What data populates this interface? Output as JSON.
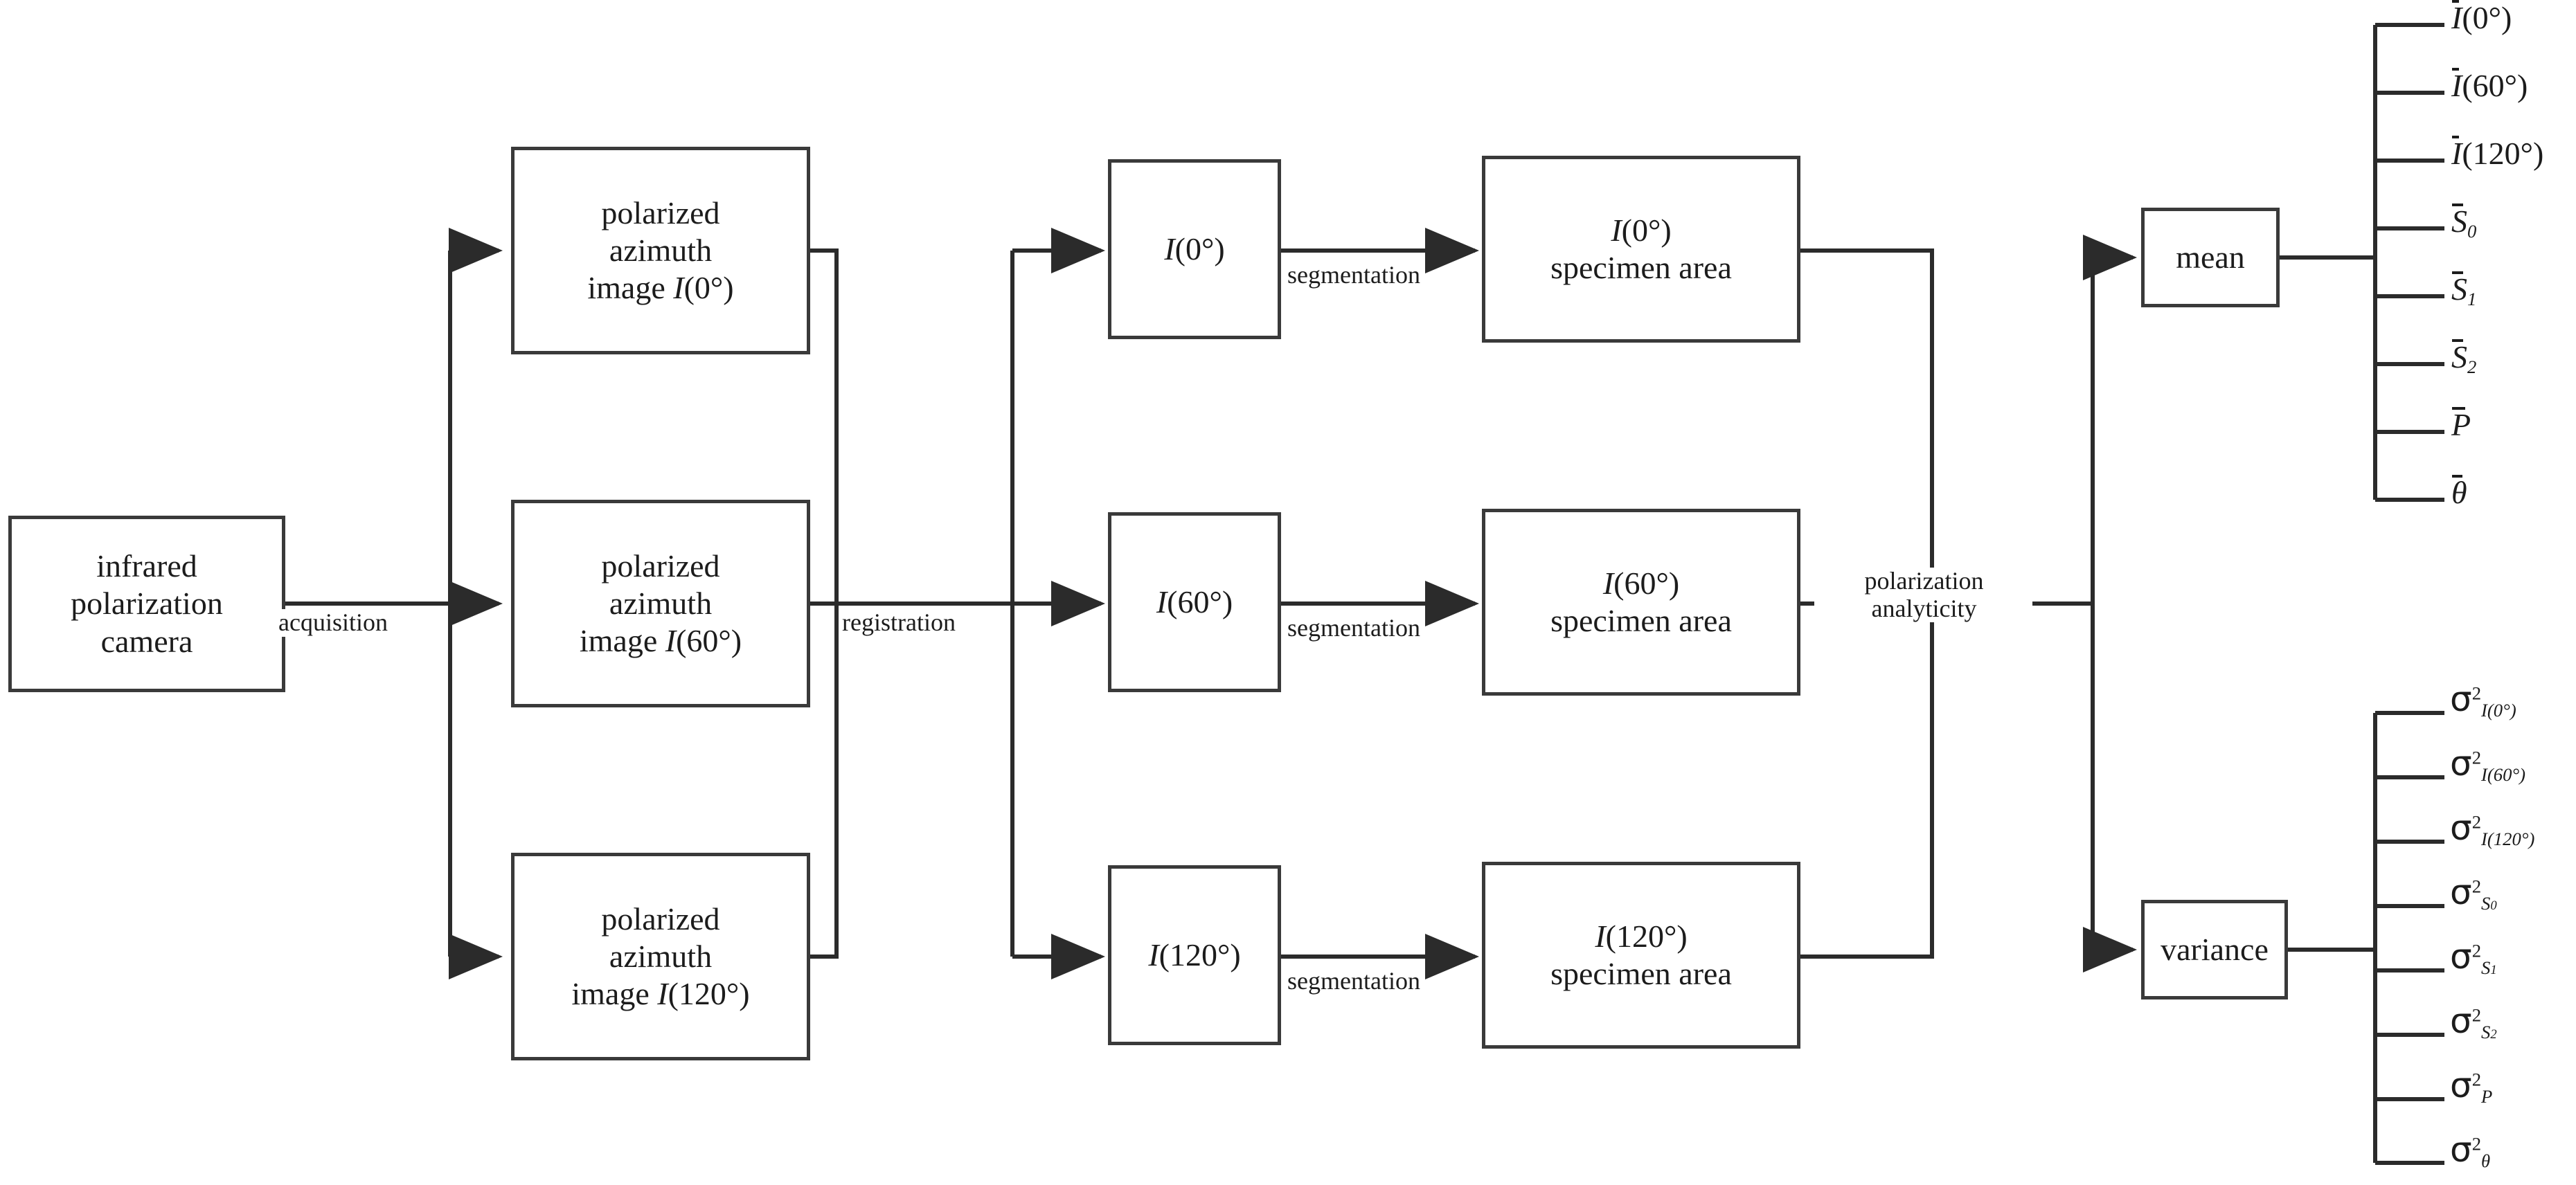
{
  "diagram": {
    "title": "infrared polarization imaging processing flow",
    "stroke_color": "#3a3a3a",
    "text_color": "#1c1c1c",
    "background": "#ffffff"
  },
  "nodes": {
    "camera": {
      "label": "infrared\npolarization\ncamera"
    },
    "azimuth_0": {
      "line1": "polarized",
      "line2": "azimuth",
      "line3": "image I(0°)"
    },
    "azimuth_60": {
      "line1": "polarized",
      "line2": "azimuth",
      "line3": "image I(60°)"
    },
    "azimuth_120": {
      "line1": "polarized",
      "line2": "azimuth",
      "line3": "image I(120°)"
    },
    "img_0": {
      "label": "I(0°)"
    },
    "img_60": {
      "label": "I(60°)"
    },
    "img_120": {
      "label": "I(120°)"
    },
    "spec_0": {
      "line1": "I(0°)",
      "line2": "specimen area"
    },
    "spec_60": {
      "line1": "I(60°)",
      "line2": "specimen area"
    },
    "spec_120": {
      "line1": "I(120°)",
      "line2": "specimen area"
    },
    "mean": {
      "label": "mean"
    },
    "variance": {
      "label": "variance"
    }
  },
  "edge_labels": {
    "acquisition": "acquisition",
    "registration": "registration",
    "segmentation_0": "segmentation",
    "segmentation_60": "segmentation",
    "segmentation_120": "segmentation",
    "polarization_analyticity": {
      "line1": "polarization",
      "line2": "analyticity"
    }
  },
  "mean_outputs": [
    {
      "base": "I",
      "paren": "(0°)",
      "bar": true,
      "sub": "",
      "sup": ""
    },
    {
      "base": "I",
      "paren": "(60°)",
      "bar": true,
      "sub": "",
      "sup": ""
    },
    {
      "base": "I",
      "paren": "(120°)",
      "bar": true,
      "sub": "",
      "sup": ""
    },
    {
      "base": "S",
      "paren": "",
      "bar": true,
      "sub": "0",
      "sup": ""
    },
    {
      "base": "S",
      "paren": "",
      "bar": true,
      "sub": "1",
      "sup": ""
    },
    {
      "base": "S",
      "paren": "",
      "bar": true,
      "sub": "2",
      "sup": ""
    },
    {
      "base": "P",
      "paren": "",
      "bar": true,
      "sub": "",
      "sup": ""
    },
    {
      "base": "θ",
      "paren": "",
      "bar": true,
      "sub": "",
      "sup": ""
    }
  ],
  "variance_outputs": [
    {
      "base": "σ",
      "sup": "2",
      "sub": "I(0°)"
    },
    {
      "base": "σ",
      "sup": "2",
      "sub": "I(60°)"
    },
    {
      "base": "σ",
      "sup": "2",
      "sub": "I(120°)"
    },
    {
      "base": "σ",
      "sup": "2",
      "sub": "S0"
    },
    {
      "base": "σ",
      "sup": "2",
      "sub": "S1"
    },
    {
      "base": "σ",
      "sup": "2",
      "sub": "S2"
    },
    {
      "base": "σ",
      "sup": "2",
      "sub": "P"
    },
    {
      "base": "σ",
      "sup": "2",
      "sub": "θ"
    }
  ],
  "mean_output_text": [
    "Ī(0°)",
    "Ī(60°)",
    "Ī(120°)",
    "S̄0",
    "S̄1",
    "S̄2",
    "P̄",
    "θ̄"
  ],
  "variance_output_text": [
    "σ²I(0°)",
    "σ²I(60°)",
    "σ²I(120°)",
    "σ²S0",
    "σ²S1",
    "σ²S2",
    "σ²P",
    "σ²θ"
  ]
}
